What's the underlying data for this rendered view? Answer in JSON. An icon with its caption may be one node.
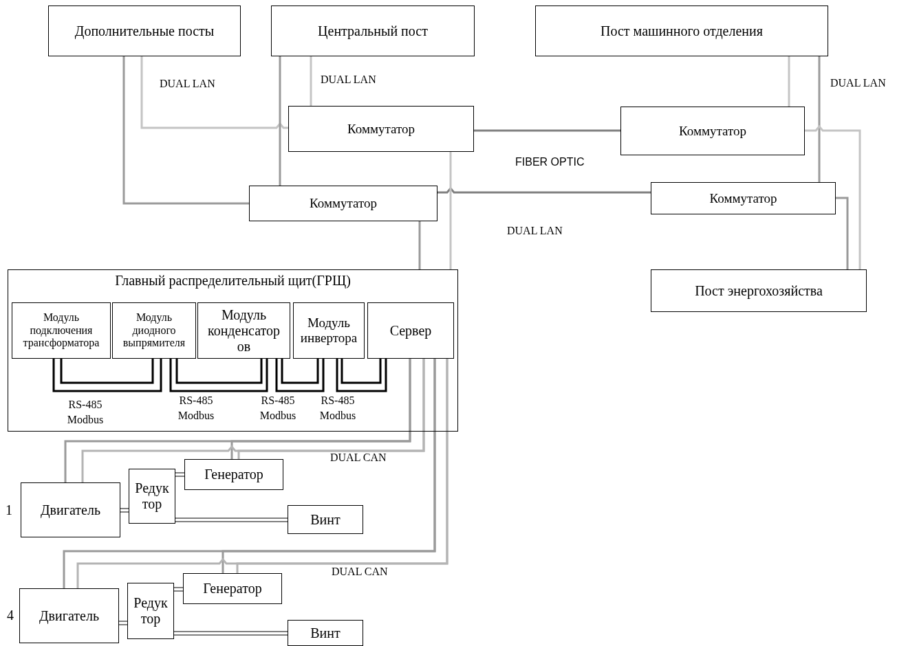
{
  "diagram": {
    "nodes": [
      {
        "text": [
          "Дополнительные посты"
        ]
      },
      {
        "text": [
          "Центральный пост"
        ]
      },
      {
        "text": [
          "Пост машинного отделения"
        ]
      },
      {
        "text": [
          "Коммутатор"
        ]
      },
      {
        "text": [
          "Коммутатор"
        ]
      },
      {
        "text": [
          "Коммутатор"
        ]
      },
      {
        "text": [
          "Коммутатор"
        ]
      },
      {
        "text": [
          "Пост энергохозяйства"
        ]
      },
      {
        "text": [
          "Главный распределительный щит(ГРЩ)"
        ]
      },
      {
        "text": [
          "Модуль подключения трансформатора"
        ],
        "in": 8
      },
      {
        "text": [
          "Модуль диодного выпрямителя"
        ],
        "in": 8
      },
      {
        "text": [
          "Модуль конденсатор ов"
        ],
        "in": 8
      },
      {
        "text": [
          "Модуль инвертора"
        ],
        "in": 8
      },
      {
        "text": [
          "Сервер"
        ],
        "in": 8
      },
      {
        "text": [
          "Двигатель"
        ],
        "beside": [
          "1"
        ]
      },
      {
        "text": [
          "Редук тор"
        ]
      },
      {
        "text": [
          "Генератор"
        ]
      },
      {
        "text": [
          "Винт"
        ]
      },
      {
        "text": [
          "Двигатель"
        ],
        "beside": [
          "4"
        ]
      },
      {
        "text": [
          "Редук тор"
        ]
      },
      {
        "text": [
          "Генератор"
        ]
      },
      {
        "text": [
          "Винт"
        ]
      }
    ],
    "edges": [
      {
        "from": 0,
        "to": 5,
        "arrow": "none",
        "color": "#9a9a9a"
      },
      {
        "from": 0,
        "to": 3,
        "arrow": "none",
        "color": "#c4c4c4"
      },
      {
        "from": 1,
        "to": 5,
        "arrow": "none",
        "color": "#9a9a9a"
      },
      {
        "from": 1,
        "to": 3,
        "arrow": "none",
        "color": "#c4c4c4"
      },
      {
        "from": 3,
        "to": 4,
        "arrow": "none",
        "color": "#808080"
      },
      {
        "from": 5,
        "to": 6,
        "arrow": "none",
        "color": "#808080"
      },
      {
        "from": 2,
        "to": 4,
        "arrow": "none",
        "color": "#c4c4c4"
      },
      {
        "from": 2,
        "to": 6,
        "arrow": "none",
        "color": "#9a9a9a"
      },
      {
        "from": 4,
        "to": 7,
        "arrow": "none",
        "color": "#c4c4c4"
      },
      {
        "from": 6,
        "to": 7,
        "arrow": "none",
        "color": "#9a9a9a"
      },
      {
        "from": 5,
        "to": 8,
        "arrow": "none",
        "color": "#9a9a9a"
      },
      {
        "from": 3,
        "to": 8,
        "arrow": "none",
        "color": "#c4c4c4"
      },
      {
        "from": 9,
        "to": 10,
        "arrow": "none",
        "label": "RS-485 Modbus",
        "color": "#000000"
      },
      {
        "from": 10,
        "to": 11,
        "arrow": "none",
        "label": "RS-485 Modbus",
        "color": "#000000"
      },
      {
        "from": 11,
        "to": 12,
        "arrow": "none",
        "label": "RS-485 Modbus",
        "color": "#000000"
      },
      {
        "from": 12,
        "to": 13,
        "arrow": "none",
        "label": "RS-485 Modbus",
        "color": "#000000"
      },
      {
        "from": 13,
        "to": 14,
        "arrow": "none",
        "color": "#9a9a9a"
      },
      {
        "from": 13,
        "to": 16,
        "arrow": "none",
        "color": "#9a9a9a"
      },
      {
        "from": 13,
        "to": 14,
        "arrow": "none",
        "color": "#b4b4b4"
      },
      {
        "from": 13,
        "to": 16,
        "arrow": "none",
        "color": "#b4b4b4"
      },
      {
        "from": 13,
        "to": 18,
        "arrow": "none",
        "color": "#9a9a9a"
      },
      {
        "from": 13,
        "to": 20,
        "arrow": "none",
        "color": "#9a9a9a"
      },
      {
        "from": 13,
        "to": 18,
        "arrow": "none",
        "color": "#b4b4b4"
      },
      {
        "from": 13,
        "to": 20,
        "arrow": "none",
        "color": "#b4b4b4"
      },
      {
        "from": 14,
        "to": 15,
        "arrow": "none",
        "color": "#000000"
      },
      {
        "from": 15,
        "to": 16,
        "arrow": "none",
        "color": "#000000"
      },
      {
        "from": 15,
        "to": 17,
        "arrow": "none",
        "color": "#000000"
      },
      {
        "from": 18,
        "to": 19,
        "arrow": "none",
        "color": "#000000"
      },
      {
        "from": 19,
        "to": 20,
        "arrow": "none",
        "color": "#000000"
      },
      {
        "from": 19,
        "to": 21,
        "arrow": "none",
        "color": "#000000"
      }
    ],
    "labels": [
      "DUAL LAN",
      "DUAL LAN",
      "DUAL LAN",
      "FIBER OPTIC",
      "DUAL LAN",
      "DUAL CAN",
      "DUAL CAN"
    ]
  }
}
